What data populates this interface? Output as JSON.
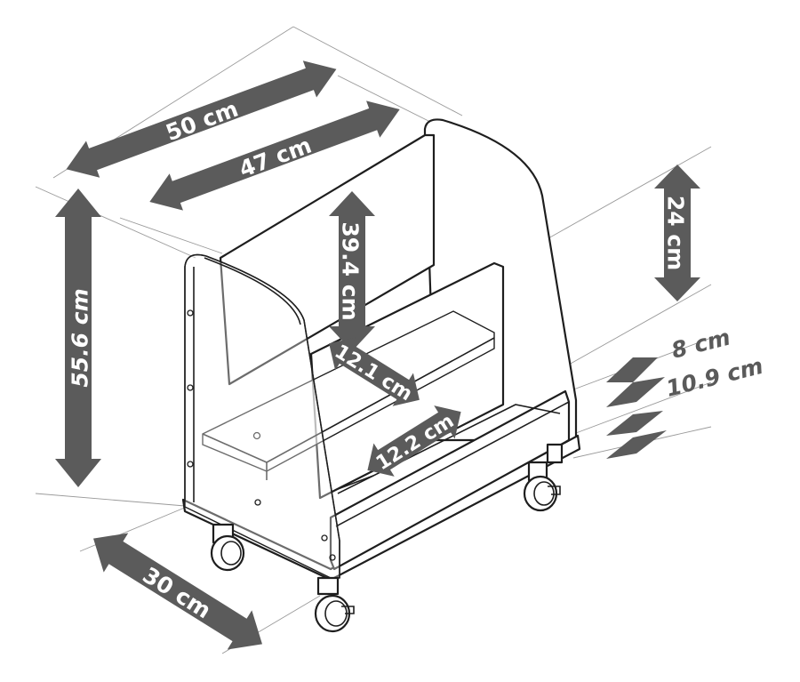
{
  "colors": {
    "dimension_arrow": "#5b5b5b",
    "outline": "#1e1e1e",
    "background": "#ffffff"
  },
  "dimensions": {
    "total_width": "50 cm",
    "inner_width": "47 cm",
    "total_height": "55.6 cm",
    "inner_height": "39.4 cm",
    "side_height": "24 cm",
    "depth": "30 cm",
    "compartment_depth_top": "12.1 cm",
    "compartment_depth_bottom": "12.2 cm",
    "front_panel_height": "8 cm",
    "bottom_height": "10.9 cm"
  }
}
